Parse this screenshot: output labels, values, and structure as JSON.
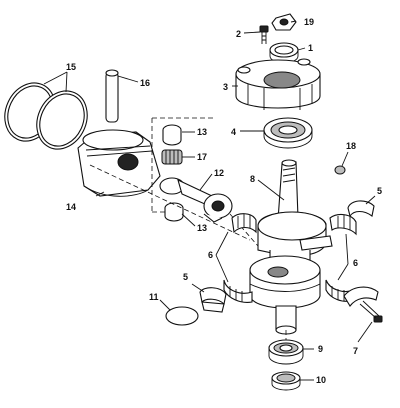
{
  "diagram": {
    "callouts": {
      "c1": "1",
      "c2": "2",
      "c3": "3",
      "c4": "4",
      "c5a": "5",
      "c5b": "5",
      "c6a": "6",
      "c6b": "6",
      "c7": "7",
      "c8": "8",
      "c9": "9",
      "c10": "10",
      "c11": "11",
      "c12": "12",
      "c13a": "13",
      "c13b": "13",
      "c14": "14",
      "c15": "15",
      "c16": "16",
      "c17": "17",
      "c18": "18",
      "c19": "19"
    }
  }
}
